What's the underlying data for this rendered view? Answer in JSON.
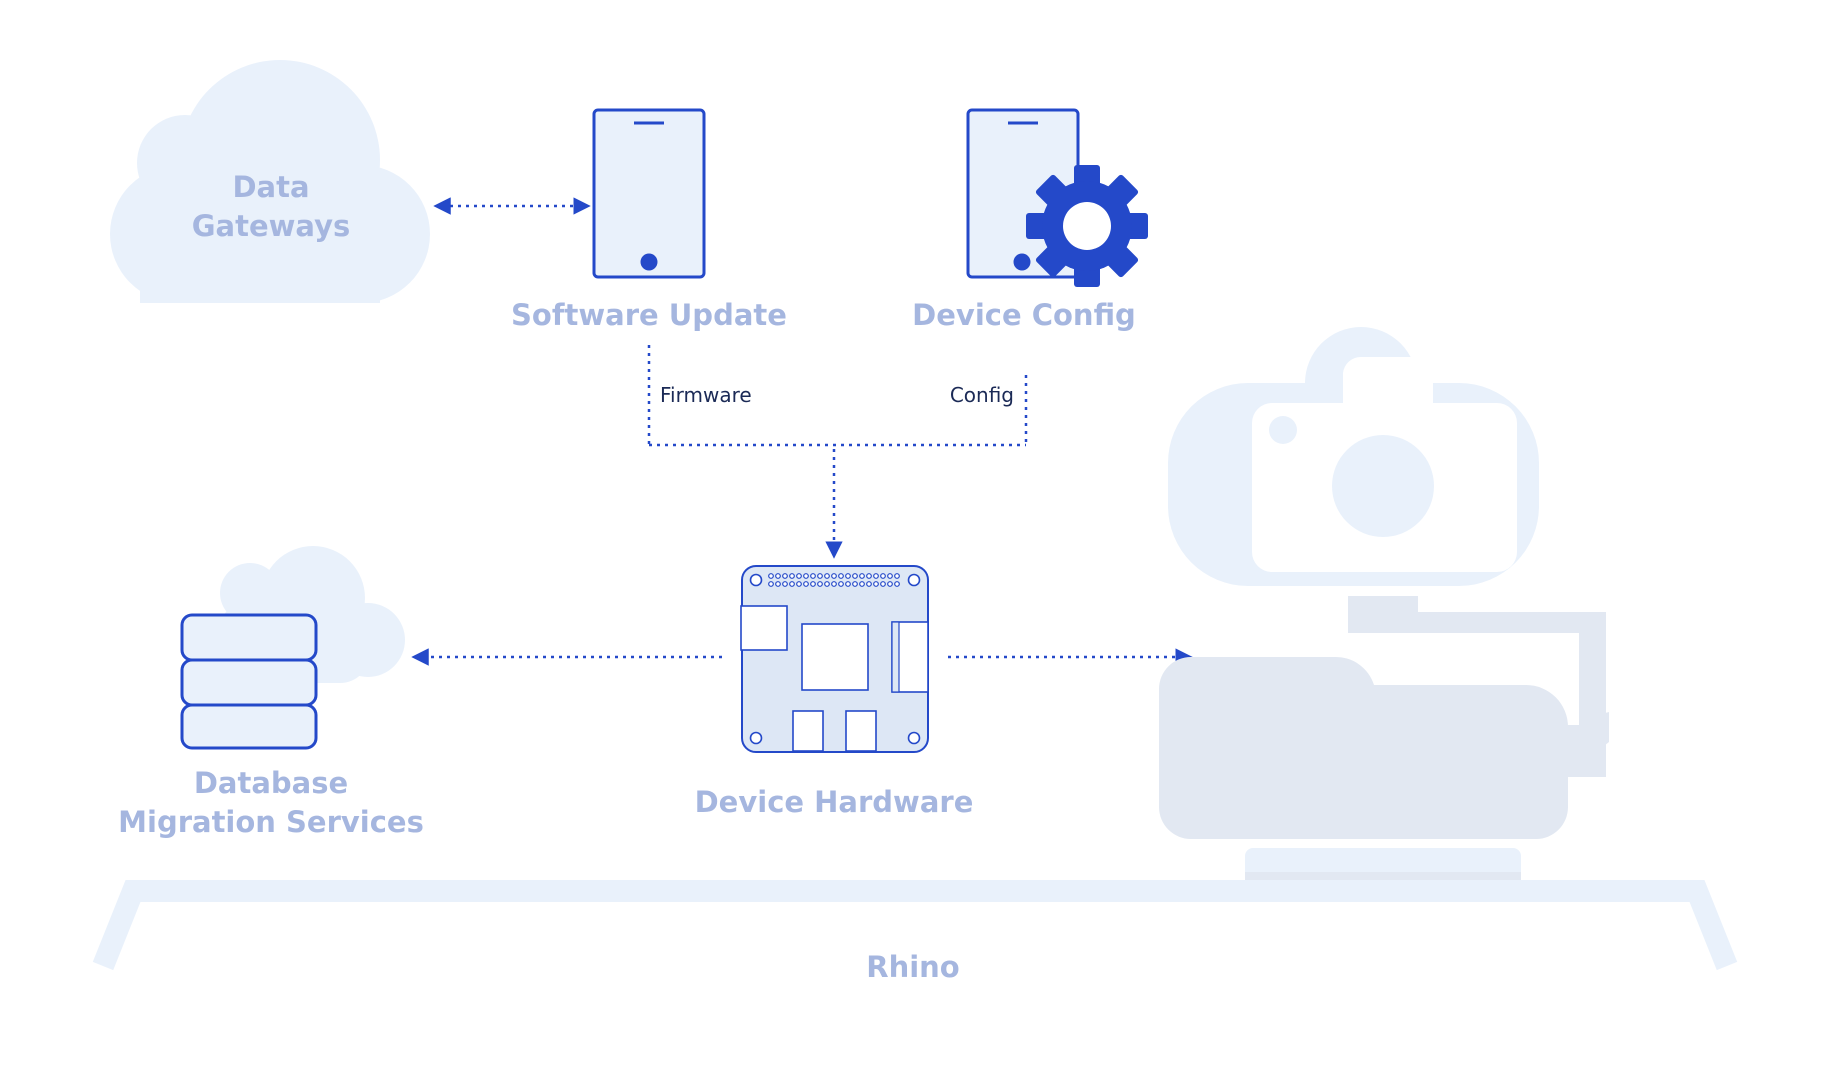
{
  "colors": {
    "accent_blue": "#2449c9",
    "label_blue": "#a5b6df",
    "light_fill": "#e9f1fb",
    "gray_fill": "#e2e8f2",
    "device_fill": "#dde7f5",
    "dark_text": "#1b2a56"
  },
  "nodes": {
    "data_gateways": {
      "line1": "Data",
      "line2": "Gateways",
      "icon": "cloud-icon"
    },
    "software_update": {
      "label": "Software Update",
      "icon": "mobile-device-icon"
    },
    "device_config": {
      "label": "Device Config",
      "icon": "gear-icon"
    },
    "device_hardware": {
      "label": "Device Hardware",
      "icon": "circuit-board-icon"
    },
    "database_migration": {
      "line1": "Database",
      "line2": "Migration Services",
      "icon": "database-stack-icon"
    },
    "rhino": {
      "label": "Rhino",
      "icon": "platform-shelf-icon"
    },
    "camera": {
      "icon": "camera-on-mount-icon"
    }
  },
  "edges": {
    "firmware_label": "Firmware",
    "config_label": "Config"
  }
}
